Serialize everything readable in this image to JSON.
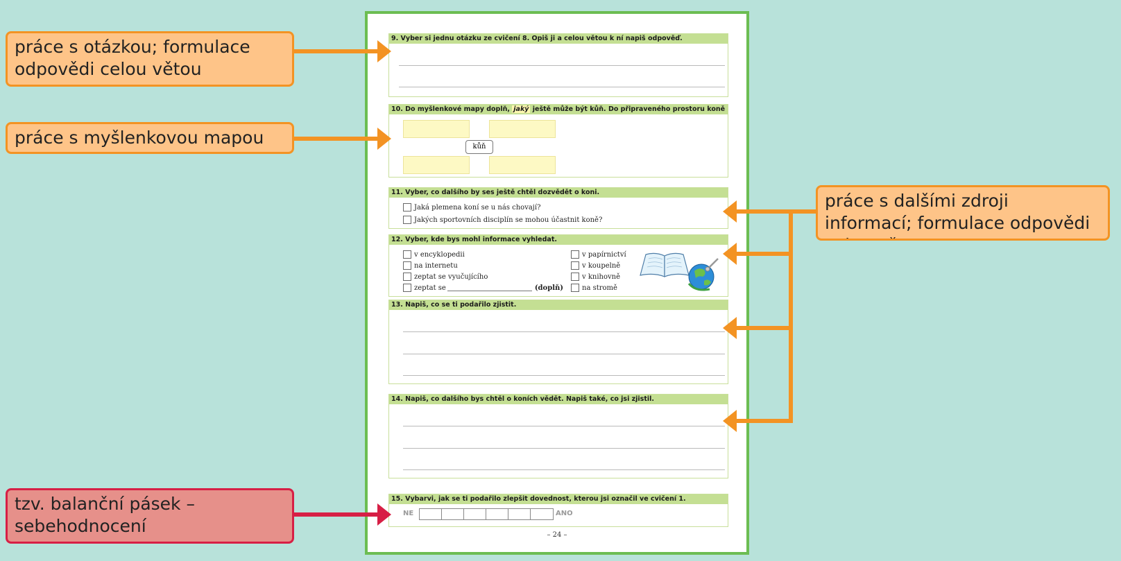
{
  "tasks": {
    "t9": {
      "title": "9. Vyber si jednu otázku ze cvičení 8. Opiš ji a celou větou k ní napiš odpověď."
    },
    "t10": {
      "title_before": "10. Do myšlenkové mapy doplň, ",
      "title_highlight": "jaký",
      "title_after": " ještě může být kůň. Do připraveného prostoru koně nakresli.",
      "center_word": "kůň"
    },
    "t11": {
      "title": "11. Vyber, co dalšího by ses ještě chtěl dozvědět o koni.",
      "options": [
        "Jaká plemena koní se u nás chovají?",
        "Jakých sportovních disciplín se mohou účastnit koně?"
      ]
    },
    "t12": {
      "title": "12. Vyber, kde bys mohl informace vyhledat.",
      "left_options": [
        "v encyklopedii",
        "na internetu",
        "zeptat se vyučujícího",
        "zeptat se"
      ],
      "fill_note": "(doplň)",
      "right_options": [
        "v papírnictví",
        "v koupelně",
        "v knihovně",
        "na stromě"
      ]
    },
    "t13": {
      "title": "13. Napiš, co se ti podařilo zjistit."
    },
    "t14": {
      "title": "14. Napiš, co dalšího bys chtěl o koních vědět. Napiš také, co jsi zjistil."
    },
    "t15": {
      "title": "15. Vybarvi, jak se ti podařilo zlepšit dovednost, kterou jsi označil ve cvičení 1.",
      "left": "NE",
      "right": "ANO",
      "cells": 6
    }
  },
  "page_number": "– 24 –",
  "annotations": {
    "a1": "práce s otázkou; formulace odpovědi celou větou",
    "a2": "práce s myšlenkovou mapou",
    "a3": "práce s dalšími zdroji informací; formulace odpovědi celou větou",
    "a4": "tzv. balanční pásek – sebehodnocení"
  },
  "colors": {
    "background": "#b8e2da",
    "page_border": "#6cbd52",
    "task_header": "#c4df93",
    "note_orange": "#fec488",
    "arrow_orange": "#f39323",
    "note_red": "#e6908a",
    "arrow_red": "#d71f45"
  },
  "icons": [
    "open-book-icon",
    "globe-icon"
  ]
}
